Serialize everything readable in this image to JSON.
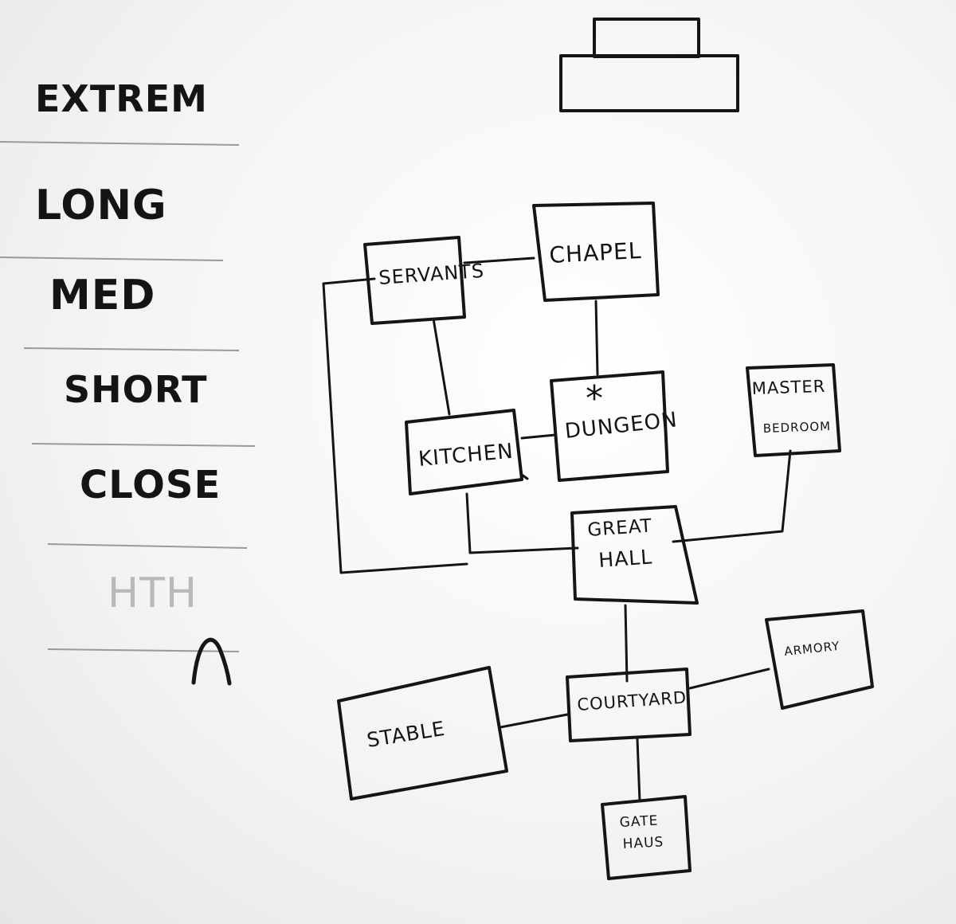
{
  "ranges": {
    "extreme": "EXTREM",
    "long": "LONG",
    "med": "MED",
    "short": "SHORT",
    "close": "CLOSE",
    "hth": "HTH"
  },
  "rooms": {
    "servants": "SERVANTS",
    "chapel": "CHAPEL",
    "kitchen": "KITCHEN",
    "dungeon_marker": "*",
    "dungeon": "DUNGEON",
    "master_line1": "MASTER",
    "master_line2": "BEDROOM",
    "great_hall_line1": "GREAT",
    "great_hall_line2": "HALL",
    "courtyard": "COURTYARD",
    "armory": "ARMORY",
    "stable": "STABLE",
    "gate_line1": "GATE",
    "gate_line2": "HAUS"
  },
  "colors": {
    "ink": "#151515",
    "board": "#fafafa",
    "faded_ink": "#b9b9b9"
  }
}
